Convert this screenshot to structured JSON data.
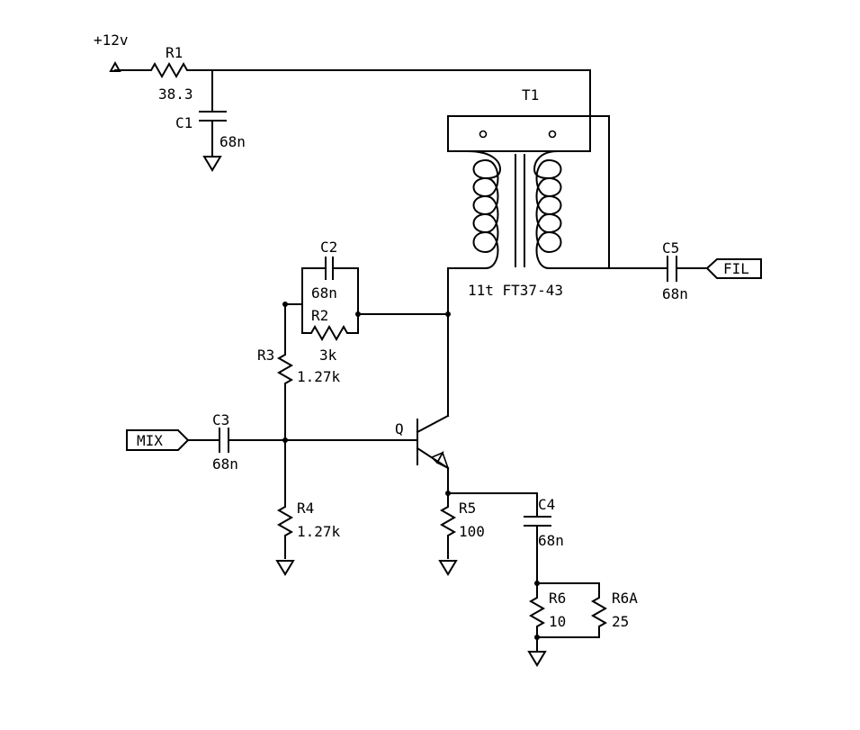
{
  "colors": {
    "background": "#ffffff",
    "ink": "#000000"
  },
  "power": {
    "label": "+12v"
  },
  "components": {
    "R1": {
      "ref": "R1",
      "value": "38.3"
    },
    "C1": {
      "ref": "C1",
      "value": "68n"
    },
    "T1": {
      "ref": "T1",
      "core": "11t FT37-43"
    },
    "C2": {
      "ref": "C2",
      "value": "68n"
    },
    "R2": {
      "ref": "R2",
      "value": "3k"
    },
    "R3": {
      "ref": "R3",
      "value": "1.27k"
    },
    "C3": {
      "ref": "C3",
      "value": "68n"
    },
    "Q": {
      "ref": "Q"
    },
    "R4": {
      "ref": "R4",
      "value": "1.27k"
    },
    "R5": {
      "ref": "R5",
      "value": "100"
    },
    "C4": {
      "ref": "C4",
      "value": "68n"
    },
    "R6": {
      "ref": "R6",
      "value": "10"
    },
    "R6A": {
      "ref": "R6A",
      "value": "25"
    },
    "C5": {
      "ref": "C5",
      "value": "68n"
    }
  },
  "ports": {
    "input": "MIX",
    "output": "FIL"
  }
}
